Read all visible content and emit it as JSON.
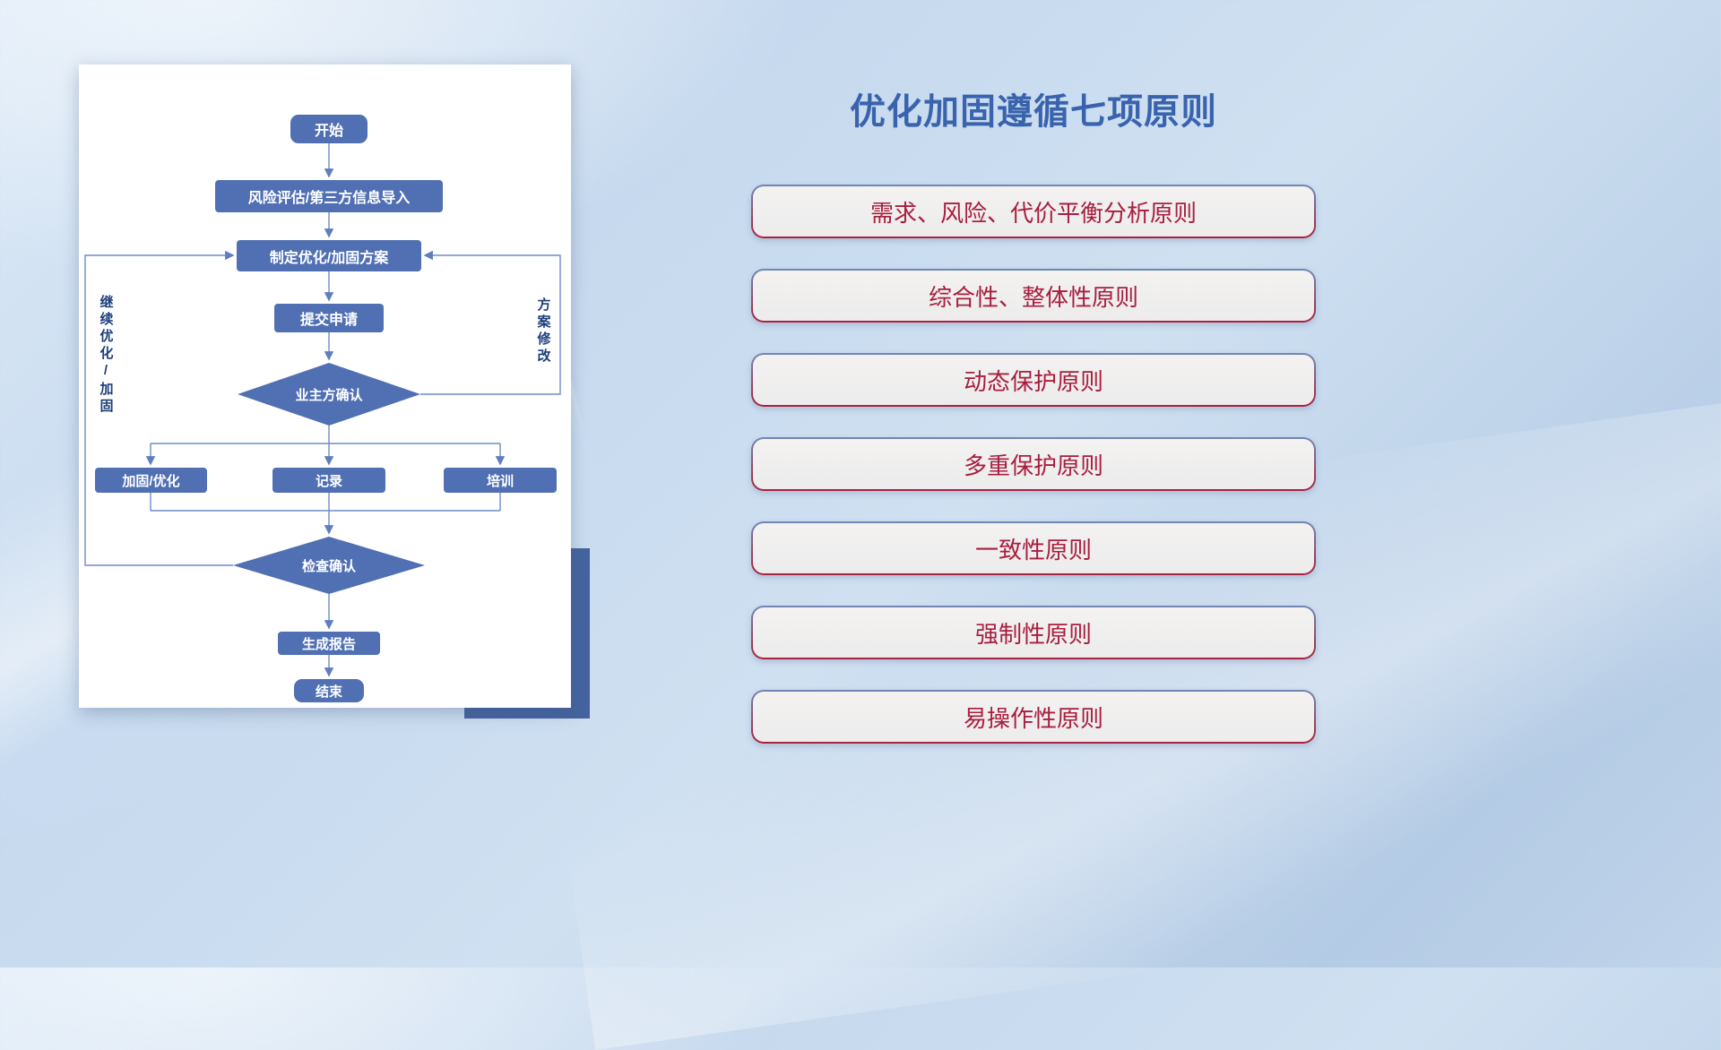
{
  "flowchart": {
    "nodes": {
      "start": "开始",
      "risk": "风险评估/第三方信息导入",
      "plan": "制定优化/加固方案",
      "submit": "提交申请",
      "owner_confirm": "业主方确认",
      "reinforce": "加固/优化",
      "record": "记录",
      "training": "培训",
      "check_confirm": "检查确认",
      "report": "生成报告",
      "end": "结束"
    },
    "loop_labels": {
      "left": "继续优化/加固",
      "right": "方案修改"
    }
  },
  "panel": {
    "title": "优化加固遵循七项原则",
    "principles": [
      "需求、风险、代价平衡分析原则",
      "综合性、整体性原则",
      "动态保护原则",
      "多重保护原则",
      "一致性原则",
      "强制性原则",
      "易操作性原则"
    ]
  },
  "colors": {
    "node_fill": "#5070b3",
    "connector_blue": "#6f8cc8",
    "title_blue": "#3a63ae",
    "principle_red": "#a81e3e",
    "accent_block_blue": "#45639e"
  }
}
